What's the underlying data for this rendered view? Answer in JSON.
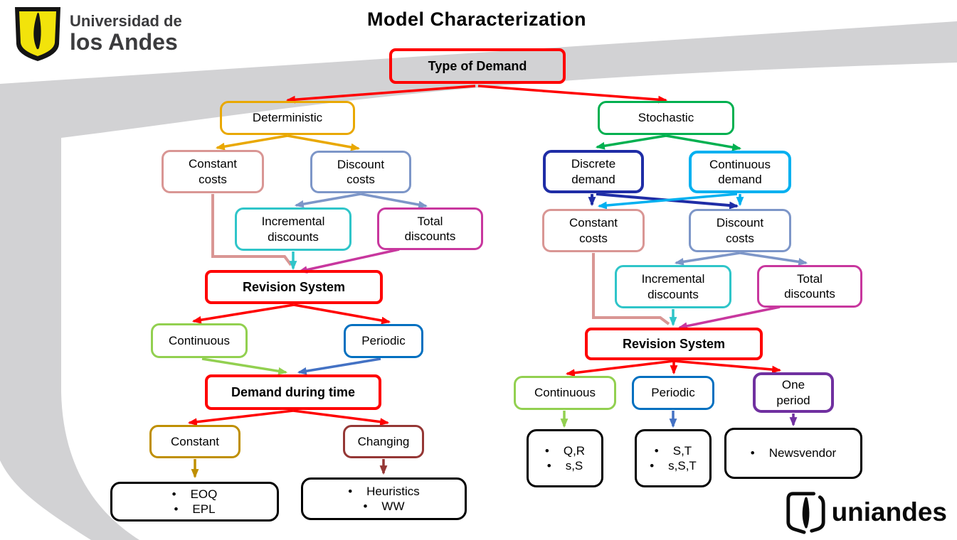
{
  "slide": {
    "title": "Model Characterization"
  },
  "branding": {
    "university_logo": {
      "line1": "Universidad de",
      "line2": "los Andes"
    },
    "footer_logo": {
      "text": "uniandes"
    }
  },
  "colors": {
    "background_swoosh": "#D2D2D4",
    "red": "#FF0000",
    "gold": "#E9A800",
    "rose": "#D99694",
    "steel_blue": "#7D96C8",
    "turquoise": "#2FC5C9",
    "magenta": "#C8379E",
    "light_green": "#92D050",
    "medium_blue": "#0070C0",
    "arrow_blue": "#4472C4",
    "green": "#00B050",
    "navy": "#1F2DA6",
    "sky_blue": "#00B0F0",
    "dark_gold": "#BF8F00",
    "maroon": "#953735",
    "purple": "#7030A0",
    "black": "#000000"
  },
  "nodes": {
    "type_of_demand": "Type of Demand",
    "deterministic": "Deterministic",
    "det_constant_costs": "Constant costs",
    "det_discount_costs": "Discount costs",
    "det_incremental_discounts": "Incremental discounts",
    "det_total_discounts": "Total discounts",
    "det_revision_system": "Revision System",
    "det_continuous": "Continuous",
    "det_periodic": "Periodic",
    "demand_during_time": "Demand during time",
    "det_constant": "Constant",
    "det_changing": "Changing",
    "stochastic": "Stochastic",
    "sto_discrete_demand": "Discrete demand",
    "sto_continuous_demand": "Continuous demand",
    "sto_constant_costs": "Constant costs",
    "sto_discount_costs": "Discount costs",
    "sto_incremental_discounts": "Incremental discounts",
    "sto_total_discounts": "Total discounts",
    "sto_revision_system": "Revision System",
    "sto_continuous": "Continuous",
    "sto_periodic": "Periodic",
    "sto_one_period": "One period"
  },
  "leaves": {
    "eoq": {
      "items": [
        "EOQ",
        "EPL"
      ]
    },
    "heuristics": {
      "items": [
        "Heuristics",
        "WW"
      ]
    },
    "qr": {
      "items": [
        "Q,R",
        "s,S"
      ]
    },
    "st": {
      "items": [
        "S,T",
        "s,S,T"
      ]
    },
    "newsvendor": {
      "items": [
        "Newsvendor"
      ]
    }
  }
}
